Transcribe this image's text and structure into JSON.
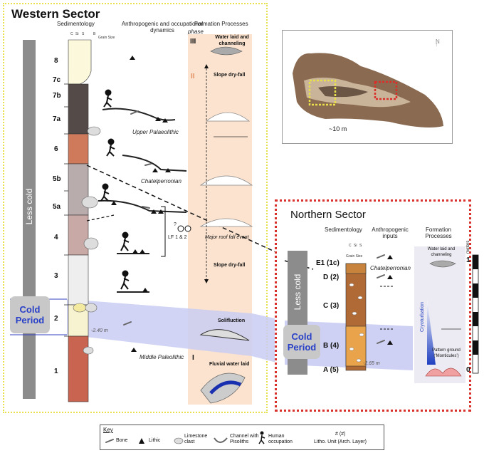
{
  "western": {
    "title": "Western Sector",
    "col_sed": "Sedimentology",
    "col_anthro": "Anthropogenic and occupational dynamics",
    "col_form": "Formation Processes",
    "phase_label": "phase",
    "grain": {
      "c": "C",
      "si": "Si",
      "s": "S",
      "b": "B",
      "size": "Grain Size"
    },
    "bar_label": "Less cold",
    "cold_label": "Cold Period",
    "units": [
      "8",
      "7c",
      "7b",
      "7a",
      "6",
      "5b",
      "5a",
      "4",
      "3",
      "2",
      "1"
    ],
    "depth": "-2.40 m",
    "labels": {
      "upper": "Upper Palaeolithic",
      "chatel": "Chatelperronian",
      "middle": "Middle Paleolithic",
      "lf": "LF 1 & 2",
      "q": "?"
    },
    "phases": {
      "III": "III",
      "II": "II",
      "I": "I"
    },
    "proc": {
      "water": "Water laid and channeling",
      "slope1": "Slope dry-fall",
      "roof": "Major roof fall event",
      "slope2": "Slope dry-fall",
      "solif": "Solifluction",
      "fluvial": "Fluvial water laid"
    }
  },
  "northern": {
    "title": "Northern Sector",
    "col_sed": "Sedimentology",
    "col_anthro": "Anthropogenic inputs",
    "col_form": "Formation Processes",
    "grain": {
      "c": "C",
      "si": "Si",
      "s": "S",
      "size": "Grain Size"
    },
    "bar_label": "Less cold",
    "cold_label": "Cold Period",
    "units": [
      "E1 (1c)",
      "D (2)",
      "C (3)",
      "B (4)",
      "A (5)"
    ],
    "depth": "-2.65 m",
    "chatel": "Chatelperronian",
    "water": "Water laid and channeling",
    "cryo": "Cryoturbation",
    "pattern": "Pattern ground (‘Monticules’)",
    "meters": "meters",
    "scale_top": "1",
    "scale_bot": "0"
  },
  "map": {
    "scale": "~10 m",
    "north": "N"
  },
  "key": {
    "title": "Key",
    "items": [
      "Bone",
      "Lithic",
      "Limestone clast",
      "Channel with Pisoliths",
      "Human occupation",
      "# (#)",
      "Litho. Unit (Arch. Layer)"
    ]
  },
  "colors": {
    "western_border": "#e8e04a",
    "northern_border": "#d9302c",
    "cold_band": "#c9ccf2",
    "cold_text": "#2840c8",
    "process_col": "#fbe3cf"
  }
}
